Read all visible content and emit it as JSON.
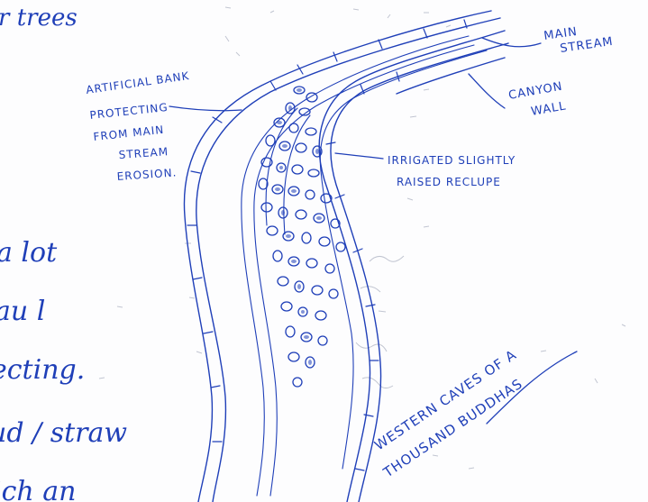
{
  "colors": {
    "ink": "#1f3fb8",
    "paper": "#fdfdfe"
  },
  "handwriting_left": {
    "top_line": "r trees",
    "line1": "a lot",
    "line2": "au l",
    "line3": "ecting.",
    "line4": "ud / straw",
    "line5": "ich an"
  },
  "labels": {
    "main_stream": [
      "MAIN",
      "STREAM"
    ],
    "canyon_wall": [
      "CANYON",
      "WALL"
    ],
    "artificial_bank": [
      "ARTIFICIAL BANK",
      "PROTECTING",
      "FROM MAIN",
      "STREAM",
      "EROSION."
    ],
    "irrigated": [
      "IRRIGATED SLIGHTLY",
      "RAISED RECLUPE"
    ],
    "western_caves": [
      "WESTERN CAVES OF A",
      "THOUSAND BUDDHAS"
    ]
  }
}
